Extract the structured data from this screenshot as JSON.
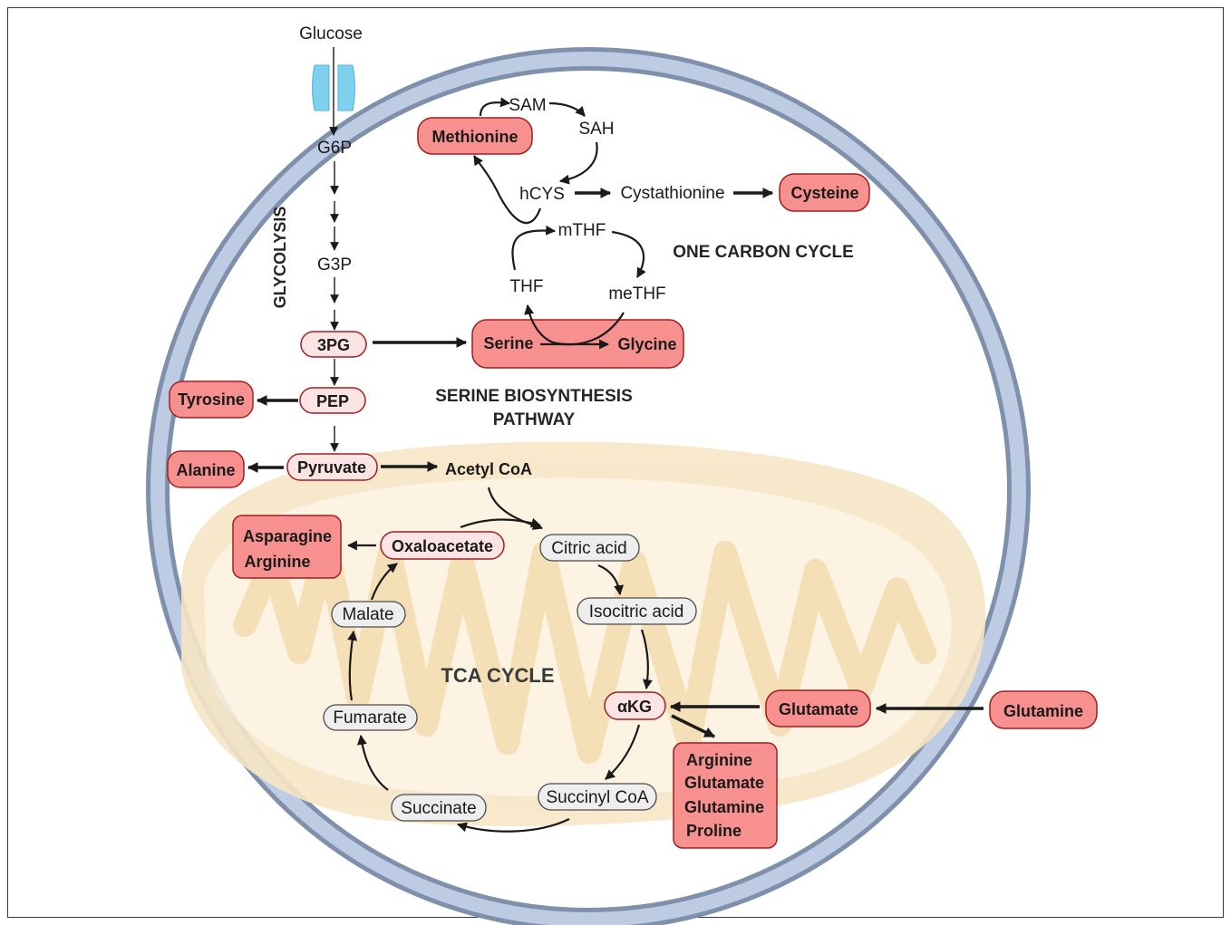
{
  "external": {
    "glucose": "Glucose"
  },
  "glycolysis": {
    "label": "GLYCOLYSIS",
    "g6p": "G6P",
    "g3p": "G3P",
    "pg3": "3PG",
    "pep": "PEP",
    "pyruvate": "Pyruvate"
  },
  "amino_acids": {
    "tyrosine": "Tyrosine",
    "alanine": "Alanine",
    "methionine": "Methionine",
    "cysteine": "Cysteine",
    "asparagine": "Asparagine",
    "arginine": "Arginine",
    "glutamate": "Glutamate",
    "glutamine": "Glutamine",
    "akg_products": [
      "Arginine",
      "Glutamate",
      "Glutamine",
      "Proline"
    ]
  },
  "serine_pathway": {
    "serine": "Serine",
    "glycine": "Glycine",
    "label_line1": "SERINE BIOSYNTHESIS",
    "label_line2": "PATHWAY"
  },
  "one_carbon": {
    "label": "ONE CARBON CYCLE",
    "sam": "SAM",
    "sah": "SAH",
    "hcys": "hCYS",
    "cystathionine": "Cystathionine",
    "mthf": "mTHF",
    "thf": "THF",
    "methf": "meTHF"
  },
  "tca": {
    "label": "TCA CYCLE",
    "acetyl_coa": "Acetyl CoA",
    "citric_acid": "Citric acid",
    "isocitric_acid": "Isocitric acid",
    "akg": "αKG",
    "succinyl_coa": "Succinyl CoA",
    "succinate": "Succinate",
    "fumarate": "Fumarate",
    "malate": "Malate",
    "oxaloacetate": "Oxaloacetate"
  },
  "colors": {
    "membrane_outer": "#7f90ad",
    "membrane_inner": "#bdcbe3",
    "mitochondrion": "#f7e6c6",
    "highlight_box": "#f79190",
    "highlight_stroke": "#a01e22",
    "light_box": "#fde4e4",
    "metabolite_box": "#eeeeee",
    "transporter": "#7fd0ee"
  }
}
